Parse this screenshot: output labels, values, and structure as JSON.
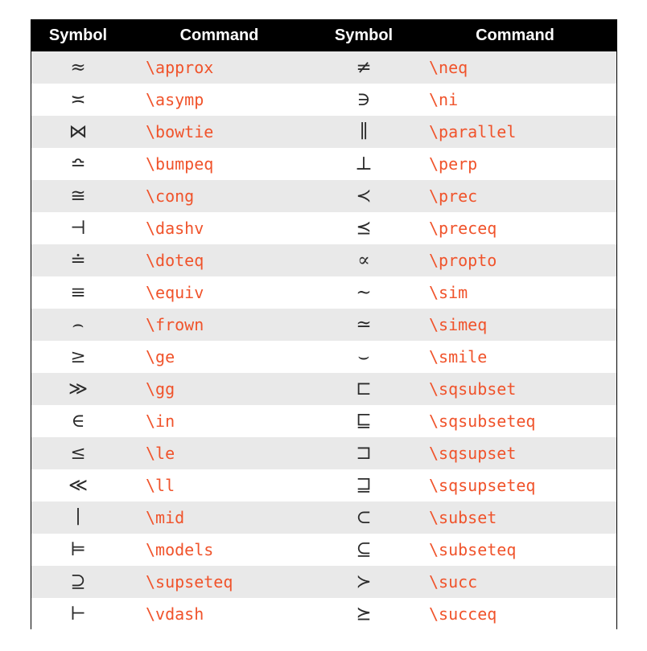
{
  "headers": [
    "Symbol",
    "Command",
    "Symbol",
    "Command"
  ],
  "rows": [
    {
      "s1": "≈",
      "c1": "\\approx",
      "s2": "≠",
      "c2": "\\neq"
    },
    {
      "s1": "≍",
      "c1": "\\asymp",
      "s2": "∋",
      "c2": "\\ni"
    },
    {
      "s1": "⋈",
      "c1": "\\bowtie",
      "s2": "∥",
      "c2": "\\parallel"
    },
    {
      "s1": "≏",
      "c1": "\\bumpeq",
      "s2": "⊥",
      "c2": "\\perp"
    },
    {
      "s1": "≅",
      "c1": "\\cong",
      "s2": "≺",
      "c2": "\\prec"
    },
    {
      "s1": "⊣",
      "c1": "\\dashv",
      "s2": "⪯",
      "c2": "\\preceq"
    },
    {
      "s1": "≐",
      "c1": "\\doteq",
      "s2": "∝",
      "c2": "\\propto"
    },
    {
      "s1": "≡",
      "c1": "\\equiv",
      "s2": "∼",
      "c2": "\\sim"
    },
    {
      "s1": "⌢",
      "c1": "\\frown",
      "s2": "≃",
      "c2": "\\simeq"
    },
    {
      "s1": "≥",
      "c1": "\\ge",
      "s2": "⌣",
      "c2": "\\smile"
    },
    {
      "s1": "≫",
      "c1": "\\gg",
      "s2": "⊏",
      "c2": "\\sqsubset"
    },
    {
      "s1": "∈",
      "c1": "\\in",
      "s2": "⊑",
      "c2": "\\sqsubseteq"
    },
    {
      "s1": "≤",
      "c1": "\\le",
      "s2": "⊐",
      "c2": "\\sqsupset"
    },
    {
      "s1": "≪",
      "c1": "\\ll",
      "s2": "⊒",
      "c2": "\\sqsupseteq"
    },
    {
      "s1": "∣",
      "c1": "\\mid",
      "s2": "⊂",
      "c2": "\\subset"
    },
    {
      "s1": "⊨",
      "c1": "\\models",
      "s2": "⊆",
      "c2": "\\subseteq"
    },
    {
      "s1": "⊇",
      "c1": "\\supseteq",
      "s2": "≻",
      "c2": "\\succ"
    },
    {
      "s1": "⊢",
      "c1": "\\vdash",
      "s2": "⪰",
      "c2": "\\succeq"
    }
  ],
  "colors": {
    "header_bg": "#000000",
    "header_text": "#ffffff",
    "stripe": "#e9e9e9",
    "command_text": "#f0532b",
    "symbol_text": "#2b2b2b"
  }
}
